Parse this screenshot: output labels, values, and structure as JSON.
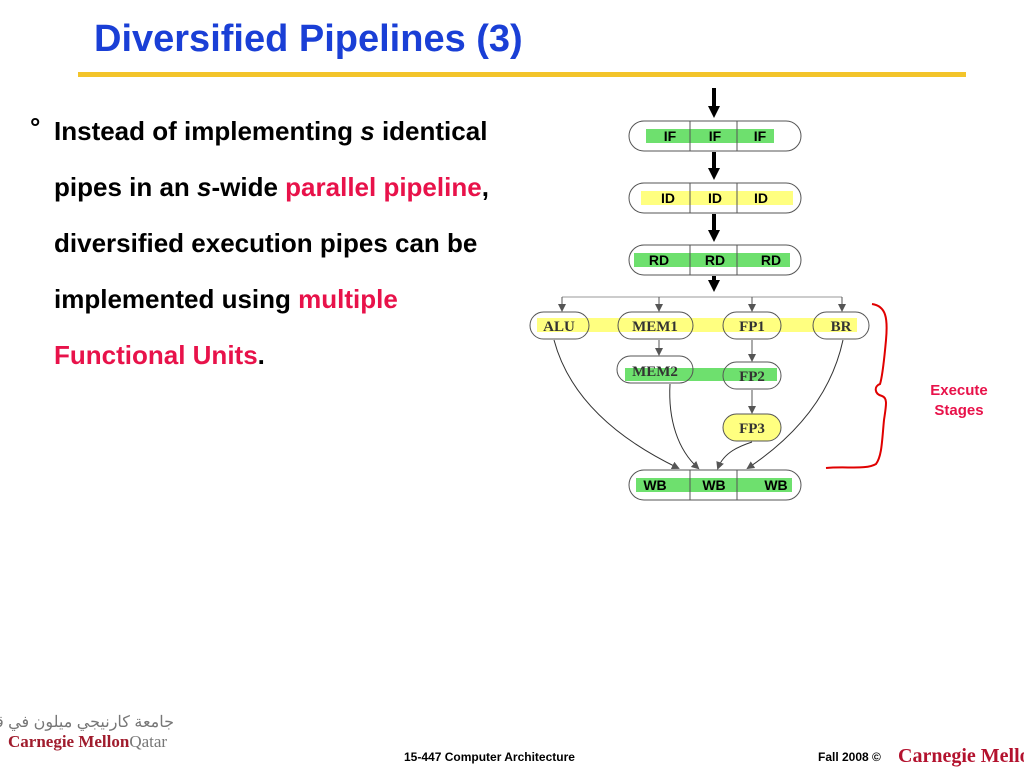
{
  "slide": {
    "title": "Diversified Pipelines (3)",
    "bullet_symbol": "°",
    "bullet": {
      "t1": "Instead of implementing ",
      "s1": "s",
      "t2": " identical pipes in an ",
      "s2": "s",
      "t3": "-wide ",
      "red1": "parallel pipeline",
      "t4": ", diversified execution pipes can be implemented using ",
      "red2": "multiple Functional Units",
      "t5": "."
    }
  },
  "diagram": {
    "if_labels": [
      "IF",
      "IF",
      "IF"
    ],
    "id_labels": [
      "ID",
      "ID",
      "ID"
    ],
    "rd_labels": [
      "RD",
      "RD",
      "RD"
    ],
    "units": {
      "alu": "ALU",
      "mem1": "MEM1",
      "fp1": "FP1",
      "br": "BR",
      "mem2": "MEM2",
      "fp2": "FP2",
      "fp3": "FP3"
    },
    "wb_labels": [
      "WB",
      "WB",
      "WB"
    ],
    "execute_label_line1": "Execute",
    "execute_label_line2": "Stages",
    "colors": {
      "highlight_green": "#6ee06e",
      "highlight_yellow": "#ffff80",
      "annotation_red": "#e00000",
      "execute_label": "#e8124a"
    }
  },
  "footer": {
    "course": "15-447  Computer Architecture",
    "term": "Fall 2008 ©",
    "cmu_logo": "Carnegie Mellon",
    "cmuq_arabic": "جامعة كارنيجي ميلون في قطر",
    "cmuq_main": "Carnegie Mellon",
    "cmuq_qatar": "Qatar"
  }
}
